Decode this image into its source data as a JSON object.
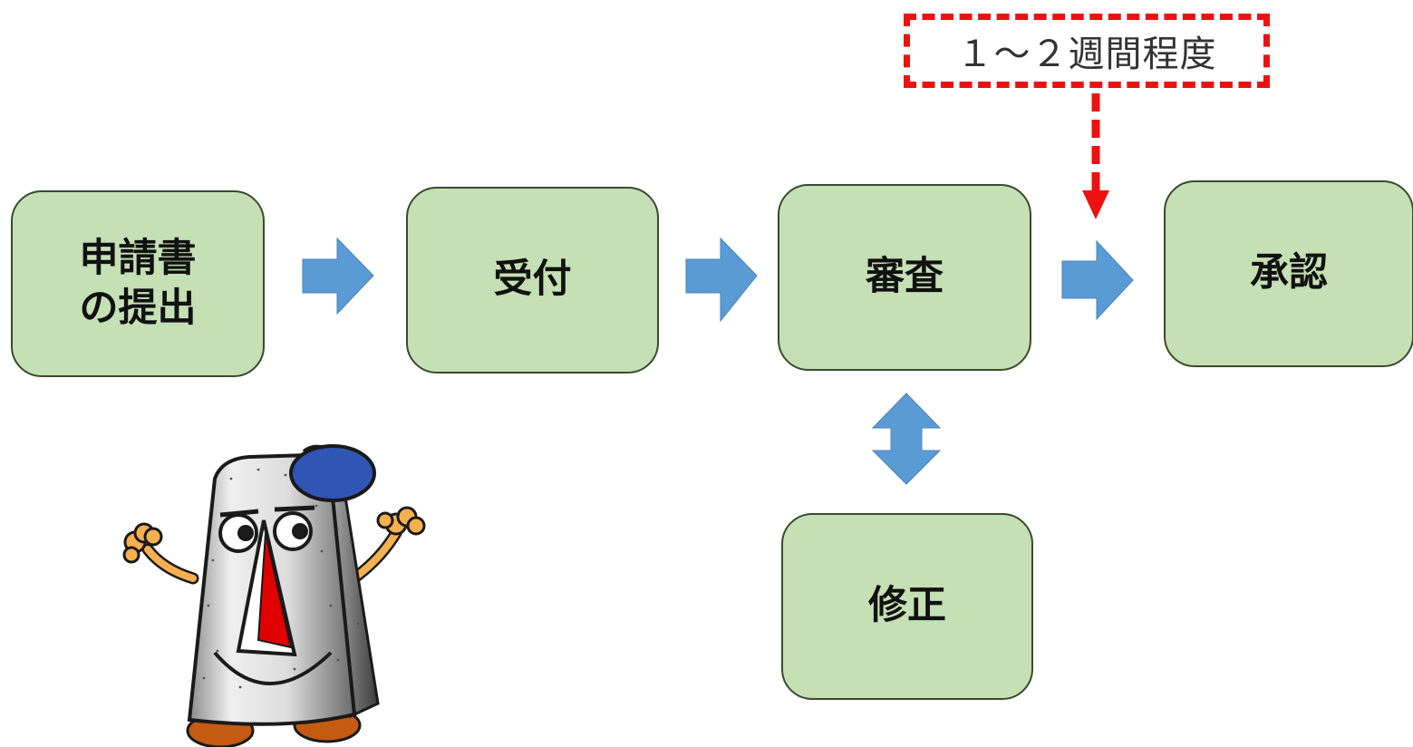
{
  "flow": {
    "steps": [
      {
        "key": "submit",
        "label": "申請書\nの提出"
      },
      {
        "key": "receipt",
        "label": "受付"
      },
      {
        "key": "review",
        "label": "審査"
      },
      {
        "key": "approval",
        "label": "承認"
      }
    ],
    "revision": {
      "label": "修正"
    }
  },
  "callout": {
    "text": "１～２週間程度"
  },
  "colors": {
    "box_fill": "#c5e0b4",
    "arrow_fill": "#5b9bd5",
    "callout_red": "#ee1111"
  }
}
